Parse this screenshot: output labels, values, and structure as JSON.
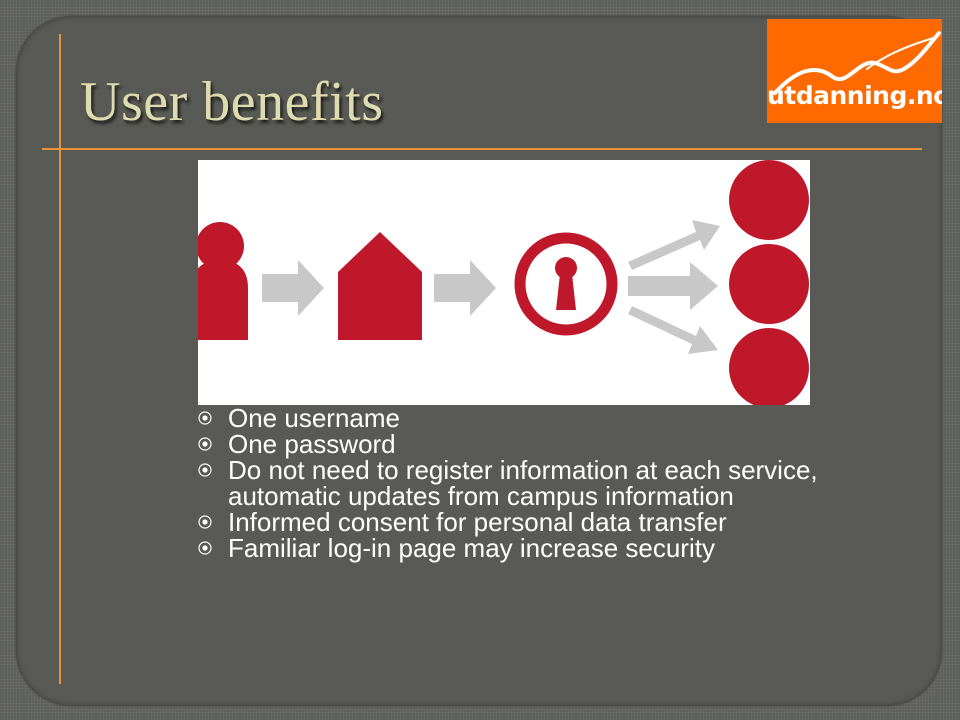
{
  "slide": {
    "title": "User benefits",
    "logo_text": "utdanning.no",
    "bullets": [
      "One username",
      "One password",
      "Do not need to register information at each service, automatic updates from campus information",
      "Informed consent for personal data transfer",
      "Familiar log-in page may increase security"
    ]
  },
  "colors": {
    "background": "#5f605b",
    "accent_line": "#e8933a",
    "title": "#dedbb0",
    "logo_bg": "#ff6a00",
    "diagram_red": "#c0182b",
    "diagram_arrow": "#c8c8c8",
    "bullet_text": "#ffffff"
  },
  "icons": {
    "diagram": [
      "person-icon",
      "house-icon",
      "keyhole-lock-icon",
      "arrow-right-icon",
      "service-circle-icon"
    ],
    "bullet": "target-bullet-icon"
  }
}
